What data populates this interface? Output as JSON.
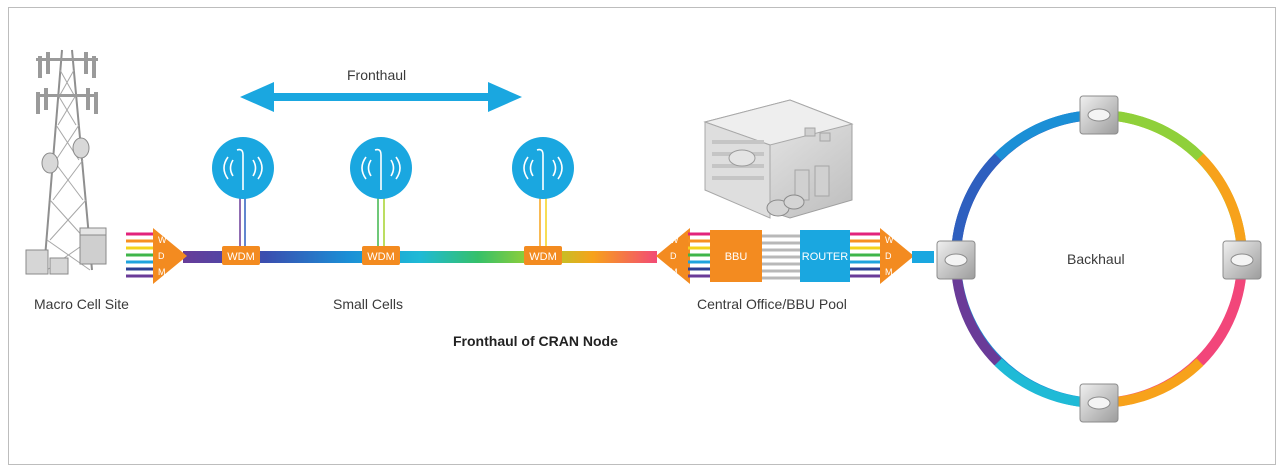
{
  "labels": {
    "fronthaul_arrow": "Fronthaul",
    "macro_cell_site": "Macro Cell Site",
    "small_cells": "Small Cells",
    "central_office": "Central Office/BBU Pool",
    "backhaul": "Backhaul",
    "caption": "Fronthaul of CRAN Node"
  },
  "boxes": {
    "wdm": "WDM",
    "bbu": "BBU",
    "router": "ROUTER",
    "mux_letters": [
      "W",
      "D",
      "M"
    ]
  },
  "colors": {
    "accent_blue": "#1aa7e0",
    "wdm_orange": "#f38b20",
    "frame_gray": "#bdbdbd",
    "text_gray": "#3a3a3a"
  }
}
